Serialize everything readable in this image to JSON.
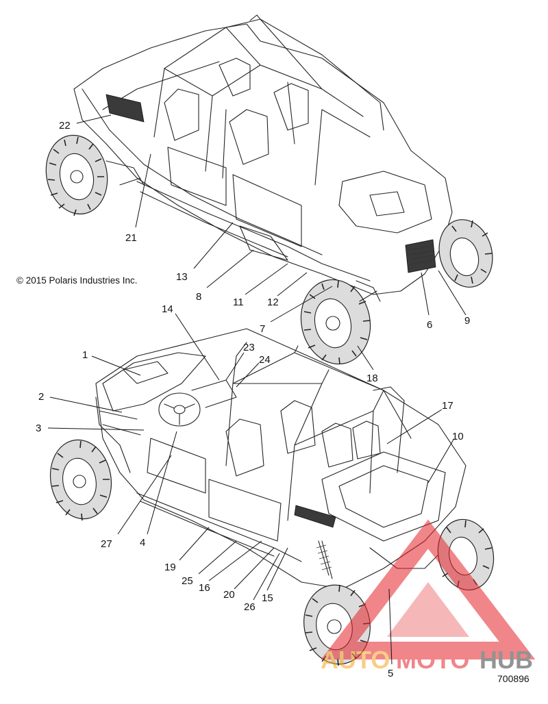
{
  "copyright": "© 2015 Polaris Industries Inc.",
  "diagram_number": "700896",
  "watermark": {
    "text_auto": "AUTO",
    "text_moto": "MOTO",
    "text_hub": "HUB",
    "colors": {
      "triangle": "#e4242a",
      "auto": "#f5a623",
      "moto": "#e4242a",
      "hub": "#3c3c3c"
    }
  },
  "callouts_top": [
    "22",
    "21",
    "13",
    "8",
    "11",
    "12",
    "7",
    "6",
    "9"
  ],
  "callouts_bottom": [
    "14",
    "23",
    "24",
    "1",
    "2",
    "3",
    "18",
    "17",
    "10",
    "27",
    "4",
    "19",
    "25",
    "16",
    "20",
    "26",
    "15",
    "5"
  ]
}
